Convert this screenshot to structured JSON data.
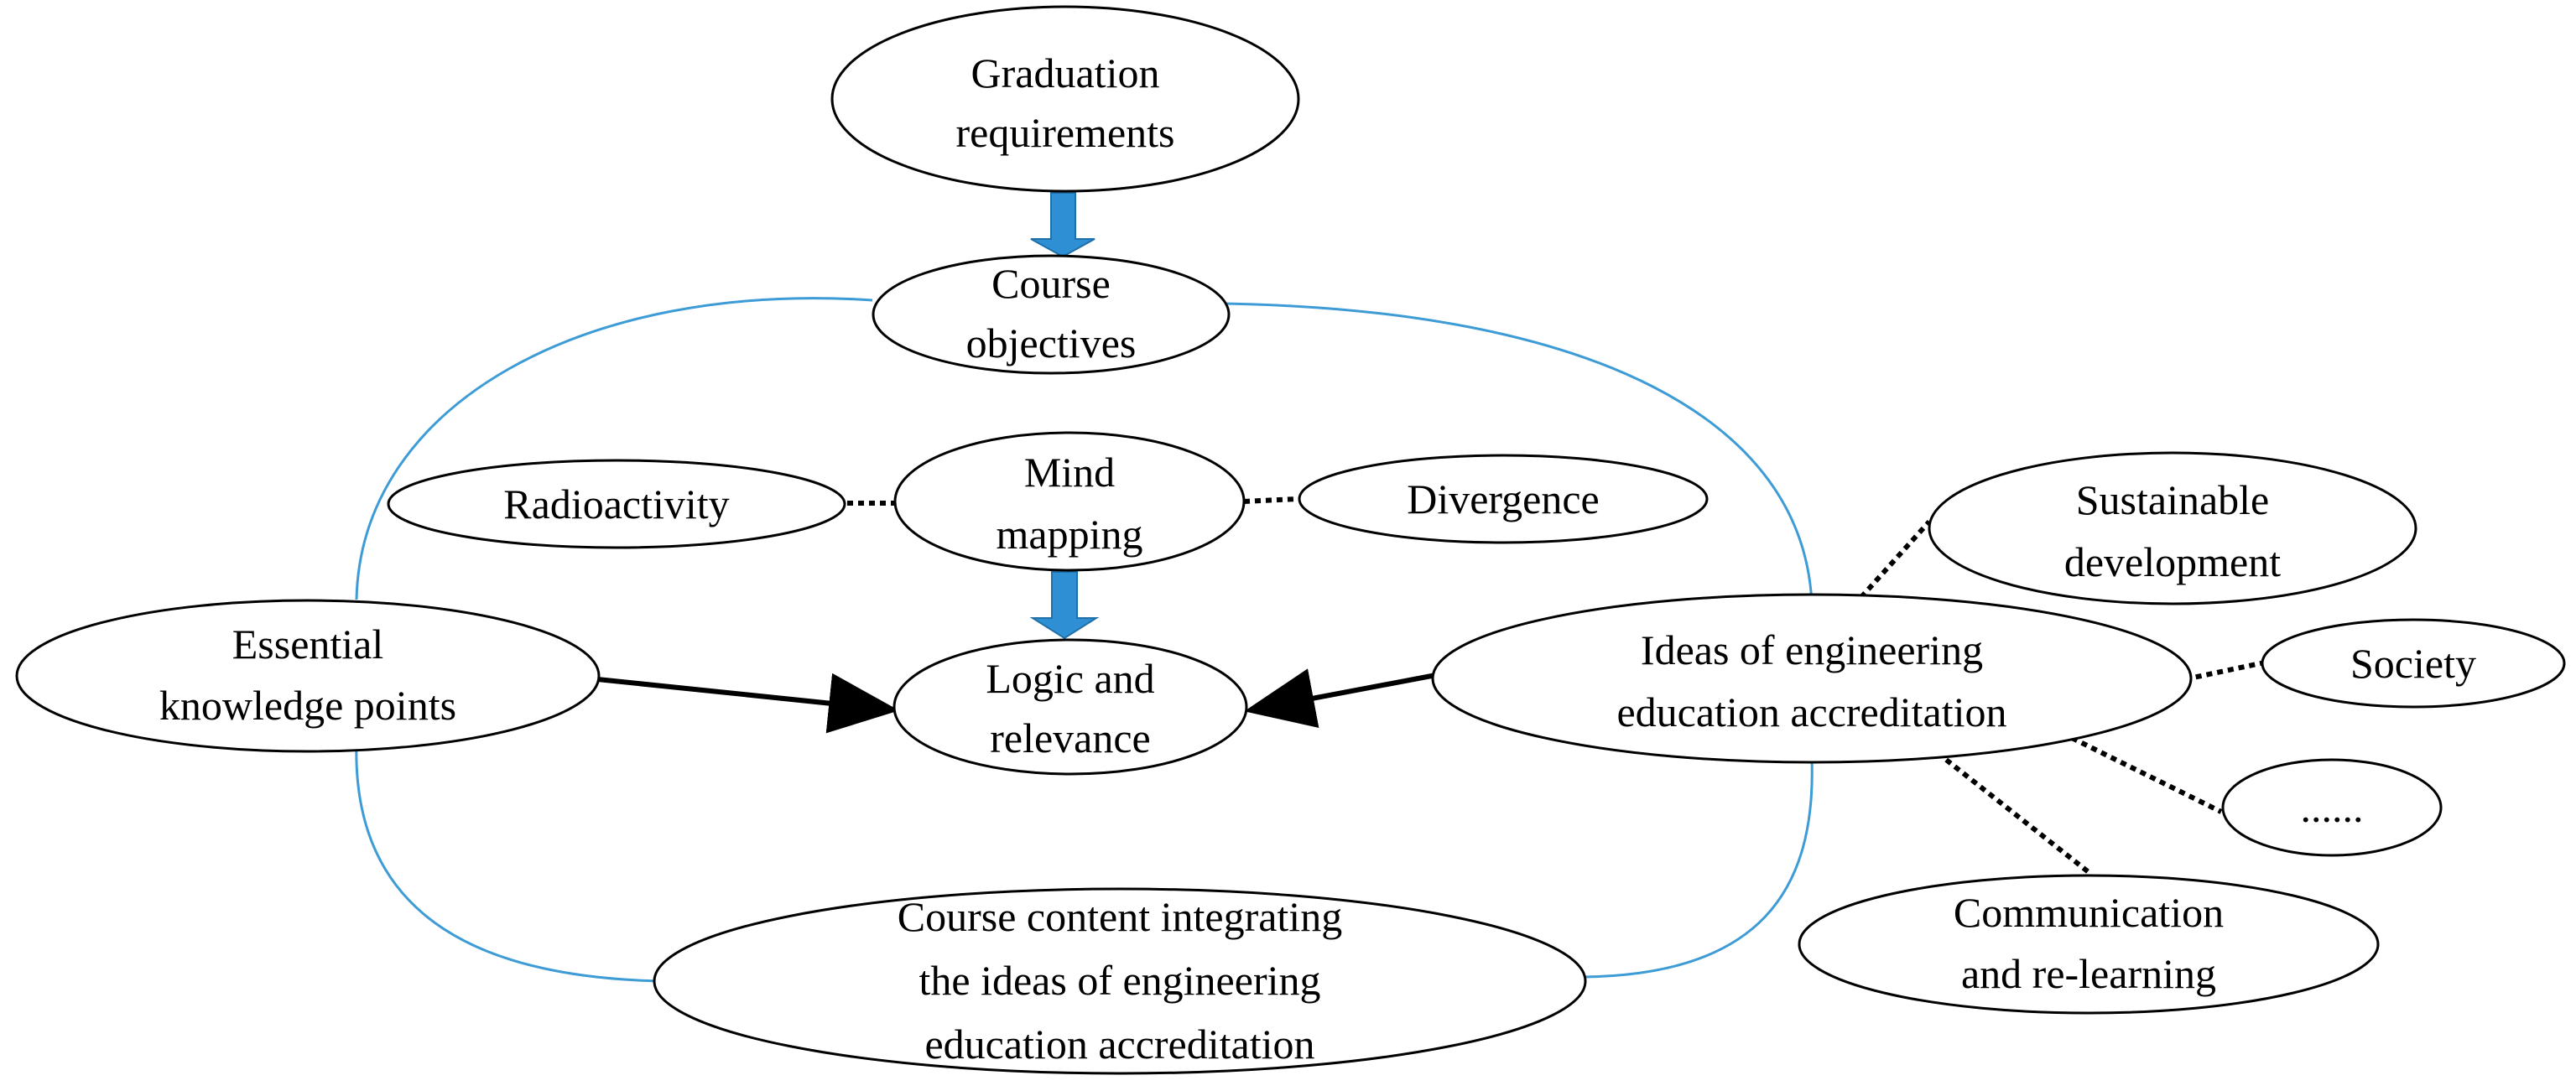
{
  "colors": {
    "loop": "#3d9bd6",
    "block_arrow": "#2f8fd4",
    "block_arrow_edge": "#1f6fa8",
    "node_border": "#000000",
    "text": "#000000"
  },
  "nodes": {
    "graduation_requirements": [
      "Graduation",
      "requirements"
    ],
    "course_objectives": [
      "Course",
      "objectives"
    ],
    "radioactivity": [
      "Radioactivity"
    ],
    "mind_mapping": [
      "Mind",
      "mapping"
    ],
    "divergence": [
      "Divergence"
    ],
    "essential_knowledge_points": [
      "Essential",
      "knowledge points"
    ],
    "logic_and_relevance": [
      "Logic and",
      "relevance"
    ],
    "ideas_of_engineering": [
      "Ideas of engineering",
      "education accreditation"
    ],
    "sustainable_development": [
      "Sustainable",
      "development"
    ],
    "society": [
      "Society"
    ],
    "ellipsis": [
      "......"
    ],
    "communication": [
      "Communication",
      "and re-learning"
    ],
    "course_content": [
      "Course content integrating",
      "the ideas of engineering",
      "education accreditation"
    ]
  },
  "connectors": [
    {
      "from": "graduation_requirements",
      "to": "course_objectives",
      "style": "block-arrow"
    },
    {
      "from": "mind_mapping",
      "to": "logic_and_relevance",
      "style": "block-arrow"
    },
    {
      "from": "essential_knowledge_points",
      "to": "logic_and_relevance",
      "style": "arrow"
    },
    {
      "from": "ideas_of_engineering",
      "to": "logic_and_relevance",
      "style": "arrow"
    },
    {
      "from": "radioactivity",
      "to": "mind_mapping",
      "style": "dotted"
    },
    {
      "from": "mind_mapping",
      "to": "divergence",
      "style": "dotted"
    },
    {
      "from": "ideas_of_engineering",
      "to": "sustainable_development",
      "style": "dotted"
    },
    {
      "from": "ideas_of_engineering",
      "to": "society",
      "style": "dotted"
    },
    {
      "from": "ideas_of_engineering",
      "to": "ellipsis",
      "style": "dotted"
    },
    {
      "from": "ideas_of_engineering",
      "to": "communication",
      "style": "dotted"
    },
    {
      "from": "course_objectives",
      "to": "course_content",
      "style": "loop"
    }
  ]
}
